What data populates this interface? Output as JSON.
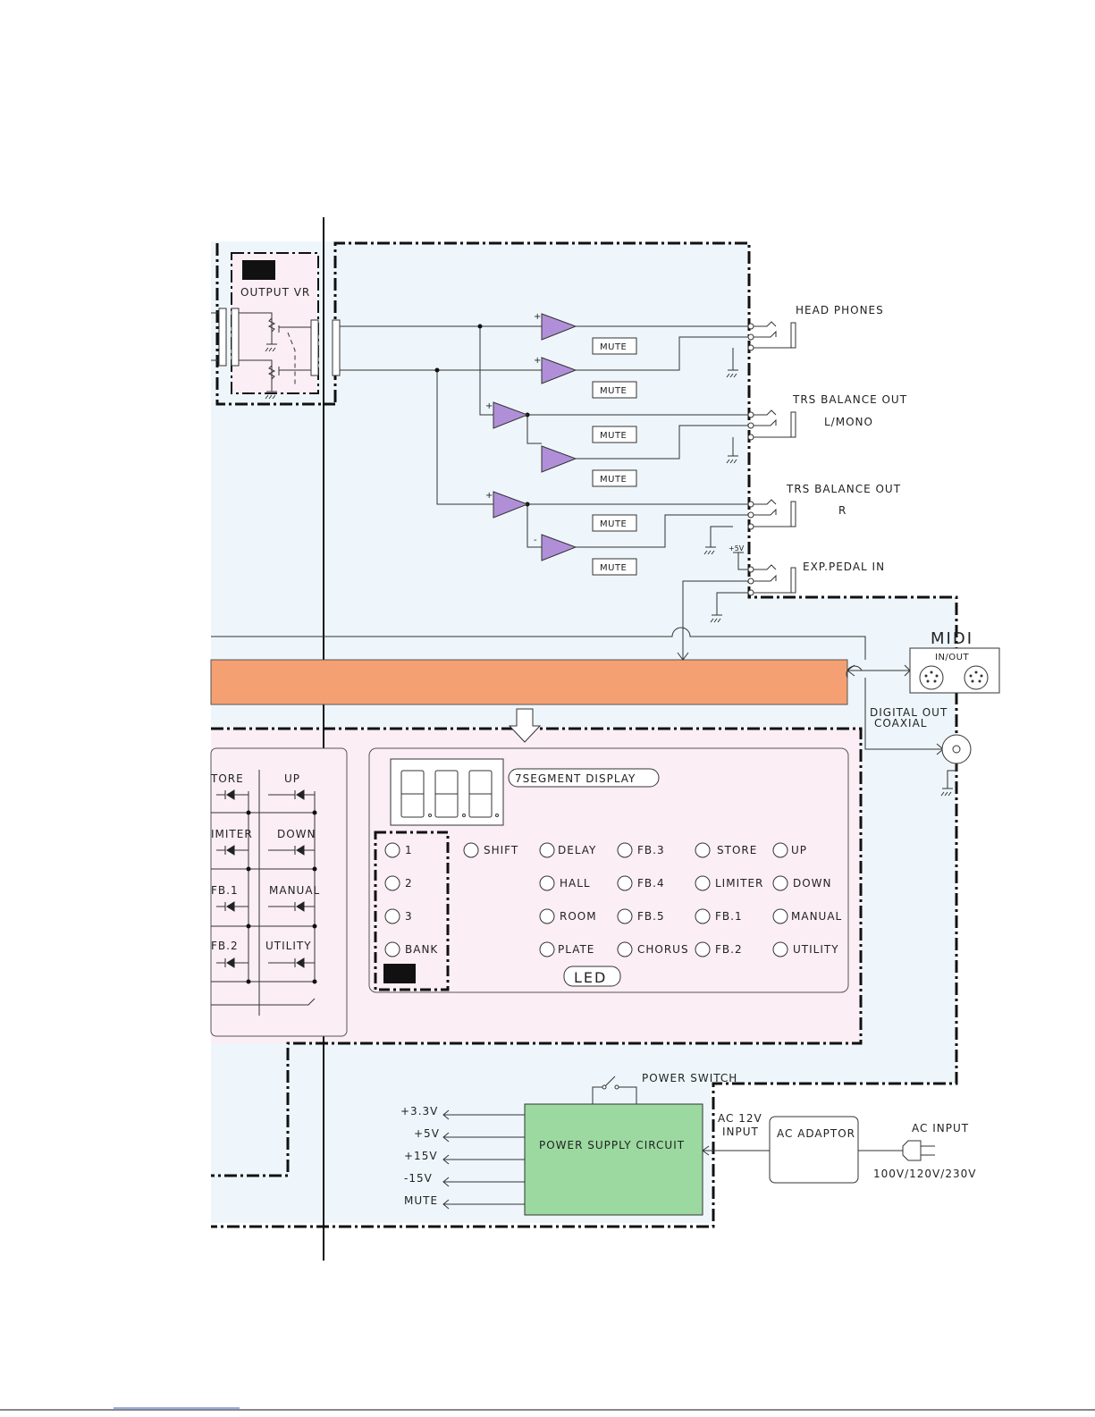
{
  "blocks": {
    "output_vr": "OUTPUT VR",
    "midi_title": "MIDI",
    "midi_port": "IN/OUT",
    "digital_out_1": "DIGITAL OUT",
    "digital_out_2": "COAXIAL",
    "seven_segment": "7SEGMENT DISPLAY",
    "led_label": "LED",
    "power_switch": "POWER SWITCH",
    "power_supply": "POWER SUPPLY CIRCUIT",
    "ac_input_1": "AC 12V",
    "ac_input_2": "INPUT",
    "ac_adaptor": "AC ADAPTOR",
    "ac_input": "AC INPUT",
    "voltage": "100V/120V/230V"
  },
  "outputs": {
    "headphones": "HEAD PHONES",
    "trs_l_1": "TRS BALANCE OUT",
    "trs_l_2": "L/MONO",
    "trs_r_1": "TRS BALANCE OUT",
    "trs_r_2": "R",
    "exp_pedal": "EXP.PEDAL IN",
    "plus5v": "+5V"
  },
  "mute_labels": [
    "MUTE",
    "MUTE",
    "MUTE",
    "MUTE",
    "MUTE",
    "MUTE"
  ],
  "amp_signs": [
    "+",
    "+",
    "+",
    "+",
    "-"
  ],
  "switches": [
    {
      "left": "TORE",
      "right": "UP"
    },
    {
      "left": "IMITER",
      "right": "DOWN"
    },
    {
      "left": "FB.1",
      "right": "MANUAL"
    },
    {
      "left": "FB.2",
      "right": "UTILITY"
    }
  ],
  "bank_leds": [
    "1",
    "2",
    "3",
    "BANK"
  ],
  "leds": [
    [
      "SHIFT",
      "DELAY",
      "FB.3",
      "STORE",
      "UP"
    ],
    [
      "",
      "HALL",
      "FB.4",
      "LIMITER",
      "DOWN"
    ],
    [
      "",
      "ROOM",
      "FB.5",
      "FB.1",
      "MANUAL"
    ],
    [
      "",
      "PLATE",
      "CHORUS",
      "FB.2",
      "UTILITY"
    ]
  ],
  "rails": [
    "+3.3V",
    "+5V",
    "+15V",
    "-15V",
    "MUTE"
  ],
  "colors": {
    "panel": "#eef6fb",
    "pink": "#fbeef4",
    "orange": "#f5a072",
    "green": "#9cd9a0",
    "amp": "#b08fd8"
  }
}
